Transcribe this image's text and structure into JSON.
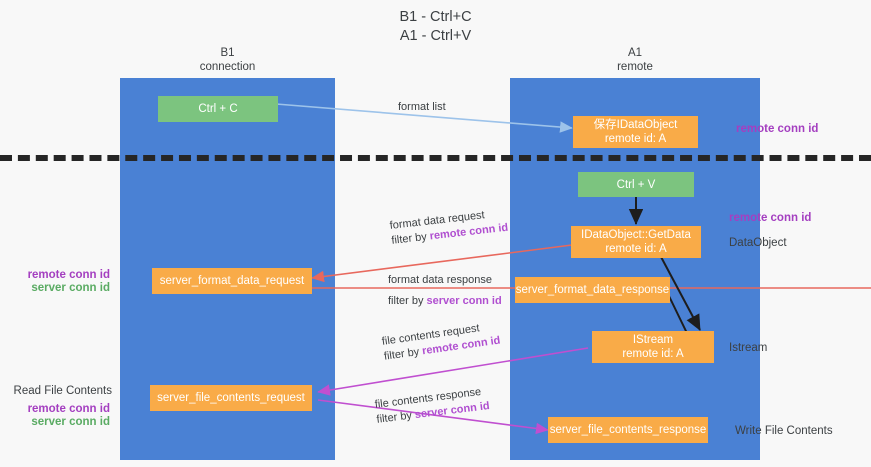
{
  "title": {
    "line1": "B1 - Ctrl+C",
    "line2": "A1 - Ctrl+V"
  },
  "columns": [
    {
      "id": "b1",
      "name": "B1",
      "role": "connection",
      "color": "#4a81d4"
    },
    {
      "id": "a1",
      "name": "A1",
      "role": "remote",
      "color": "#4a81d4"
    }
  ],
  "boxes": {
    "ctrl_c": {
      "label": "Ctrl + C",
      "color": "#7cc47f"
    },
    "ctrl_v": {
      "label": "Ctrl + V",
      "color": "#7cc47f"
    },
    "save_idataobject": {
      "line1": "保存IDataObject",
      "line2": "remote id: A",
      "color": "#f9ab48"
    },
    "getdata": {
      "line1": "IDataObject::GetData",
      "line2": "remote id: A",
      "color": "#f9ab48"
    },
    "istream": {
      "line1": "IStream",
      "line2": "remote id: A",
      "color": "#f9ab48"
    },
    "server_format_data_request": {
      "label": "server_format_data_request",
      "color": "#f9ab48"
    },
    "server_format_data_response": {
      "label": "server_format_data_response",
      "color": "#f9ab48"
    },
    "server_file_contents_request": {
      "label": "server_file_contents_request",
      "color": "#f9ab48"
    },
    "server_file_contents_response": {
      "label": "server_file_contents_response",
      "color": "#f9ab48"
    }
  },
  "edges": {
    "format_list": {
      "label": "format list",
      "color": "#9dc3ea"
    },
    "format_data_request": {
      "line1": "format data request",
      "line2_prefix": "filter by ",
      "line2_highlight": "remote conn id",
      "color": "#e8685d"
    },
    "format_data_response": {
      "line1": "format data response",
      "line2_prefix": "filter by ",
      "line2_highlight": "server conn id",
      "color": "#e8685d"
    },
    "file_contents_request": {
      "line1": "file contents request",
      "line2_prefix": "filter by ",
      "line2_highlight": "remote conn id",
      "color": "#c04fd0"
    },
    "file_contents_response": {
      "line1": "file contents response",
      "line2_prefix": "filter by ",
      "line2_highlight": "server conn id",
      "color": "#c04fd0"
    }
  },
  "annotations": {
    "right_remote_conn_id_top": "remote conn id",
    "right_remote_conn_id_mid": "remote conn id",
    "right_dataobject": "DataObject",
    "right_istream": "Istream",
    "right_write_file_contents": "Write File Contents",
    "left_remote_conn_id": "remote conn id",
    "left_server_conn_id": "server conn id",
    "left_read_file_contents": "Read File Contents",
    "left_remote_conn_id_2": "remote conn id",
    "left_server_conn_id_2": "server conn id"
  },
  "colors": {
    "column": "#4a81d4",
    "green_box": "#7cc47f",
    "orange_box": "#f9ab48",
    "purple_text": "#a43fc0",
    "green_text": "#5aab63",
    "red_arrow": "#e8685d",
    "purple_arrow": "#c04fd0",
    "blue_arrow": "#9dc3ea",
    "separator": "#262626"
  }
}
